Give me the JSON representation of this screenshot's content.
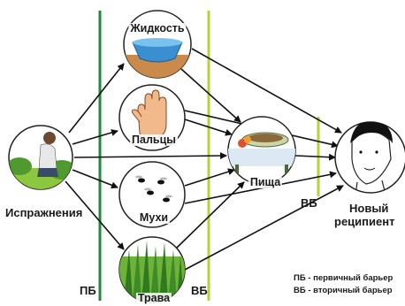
{
  "nodes": {
    "source": "Испражнения",
    "liquids": "Жидкость",
    "fingers": "Пальцы",
    "flies": "Мухи",
    "grass": "Трава",
    "food": "Пища",
    "recipient_line1": "Новый",
    "recipient_line2": "реципиент"
  },
  "barriers": {
    "primary_short": "ПБ",
    "secondary_short": "ВБ",
    "secondary_near_food": "ВБ"
  },
  "legend": {
    "line1": "ПБ - первичный барьер",
    "line2": "ВБ - вторичный барьер"
  },
  "colors": {
    "primary_barrier": "#1f8a3c",
    "secondary_barrier": "#b5d334",
    "arrow": "#111111"
  }
}
